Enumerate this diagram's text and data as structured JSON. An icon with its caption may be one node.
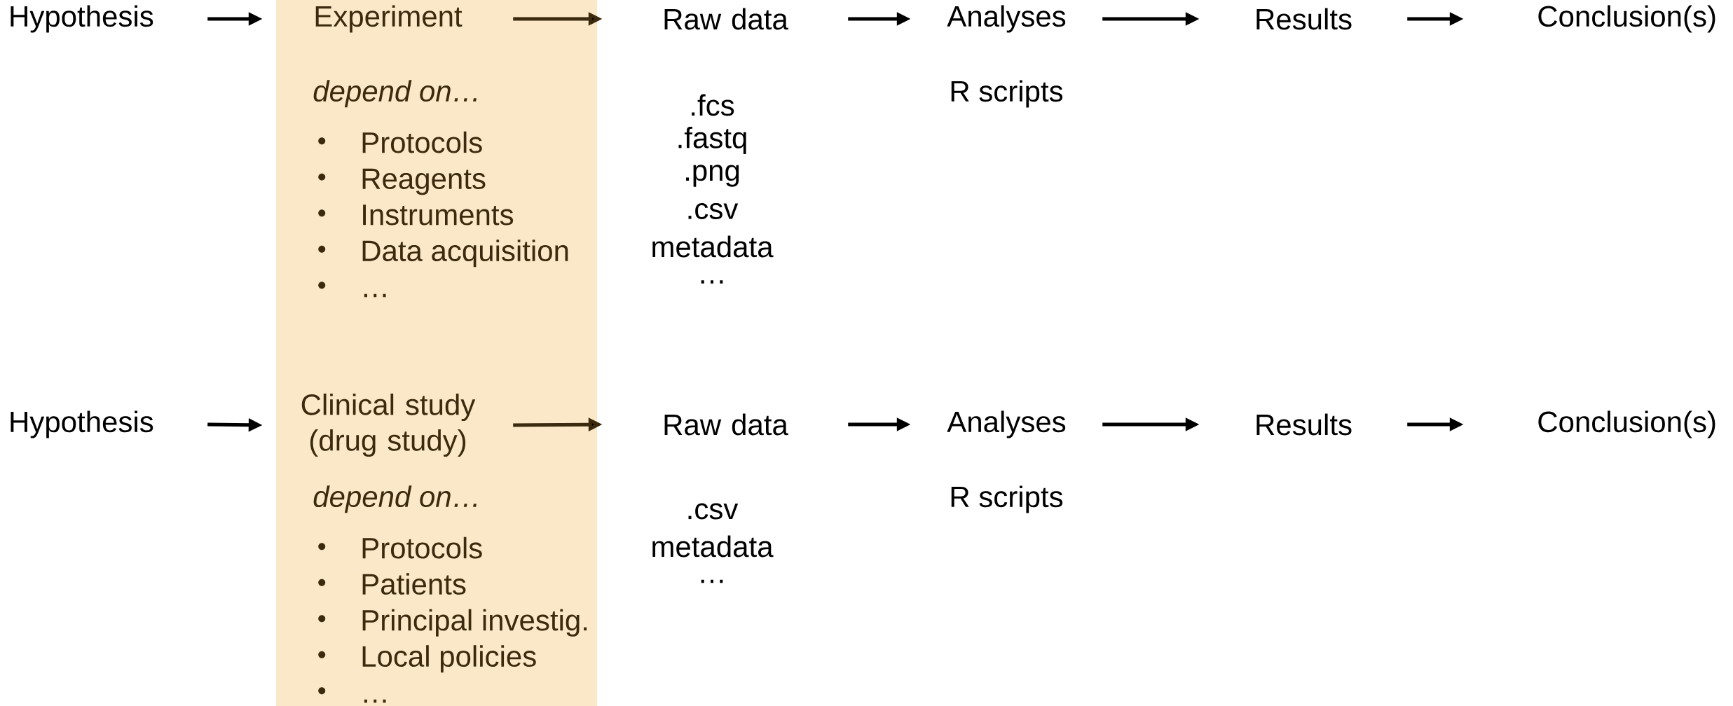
{
  "diagram": {
    "nodes": [
      {
        "text": [],
        "shape": "bar"
      },
      {
        "text": [
          "Hypothesis"
        ]
      },
      {
        "text": [
          "Experiment"
        ],
        "in": 0
      },
      {
        "text": [
          "depend on…",
          "Protocols",
          "Reagents",
          "Instruments",
          "Data acquisition",
          "…"
        ],
        "in": 0
      },
      {
        "text": [
          "Raw data"
        ],
        "beside": [
          ".fcs",
          ".fastq",
          ".png",
          ".csv",
          "metadata",
          "…"
        ]
      },
      {
        "text": [
          "Analyses"
        ],
        "beside": [
          "R scripts"
        ]
      },
      {
        "text": [
          "Results"
        ]
      },
      {
        "text": [
          "Conclusion(s)"
        ]
      },
      {
        "text": [
          "Hypothesis"
        ]
      },
      {
        "text": [
          "Clinical study (drug study)"
        ],
        "in": 0
      },
      {
        "text": [
          "depend on…",
          "Protocols",
          "Patients",
          "Principal investig.",
          "Local policies",
          "…"
        ],
        "in": 0
      },
      {
        "text": [
          "Raw data"
        ],
        "beside": [
          ".csv",
          "metadata",
          "…"
        ]
      },
      {
        "text": [
          "Analyses"
        ],
        "beside": [
          "R scripts"
        ]
      },
      {
        "text": [
          "Results"
        ]
      },
      {
        "text": [
          "Conclusion(s)"
        ]
      }
    ],
    "edges": [
      {
        "from": 1,
        "to": 2,
        "arrow": "to"
      },
      {
        "from": 2,
        "to": 4,
        "arrow": "to",
        "color": "#3b2a0e"
      },
      {
        "from": 4,
        "to": 5,
        "arrow": "to"
      },
      {
        "from": 5,
        "to": 6,
        "arrow": "to"
      },
      {
        "from": 6,
        "to": 7,
        "arrow": "to"
      },
      {
        "from": 8,
        "to": 9,
        "arrow": "to"
      },
      {
        "from": 9,
        "to": 11,
        "arrow": "to",
        "color": "#3b2a0e"
      },
      {
        "from": 11,
        "to": 12,
        "arrow": "to"
      },
      {
        "from": 12,
        "to": 13,
        "arrow": "to"
      },
      {
        "from": 13,
        "to": 14,
        "arrow": "to"
      }
    ]
  }
}
